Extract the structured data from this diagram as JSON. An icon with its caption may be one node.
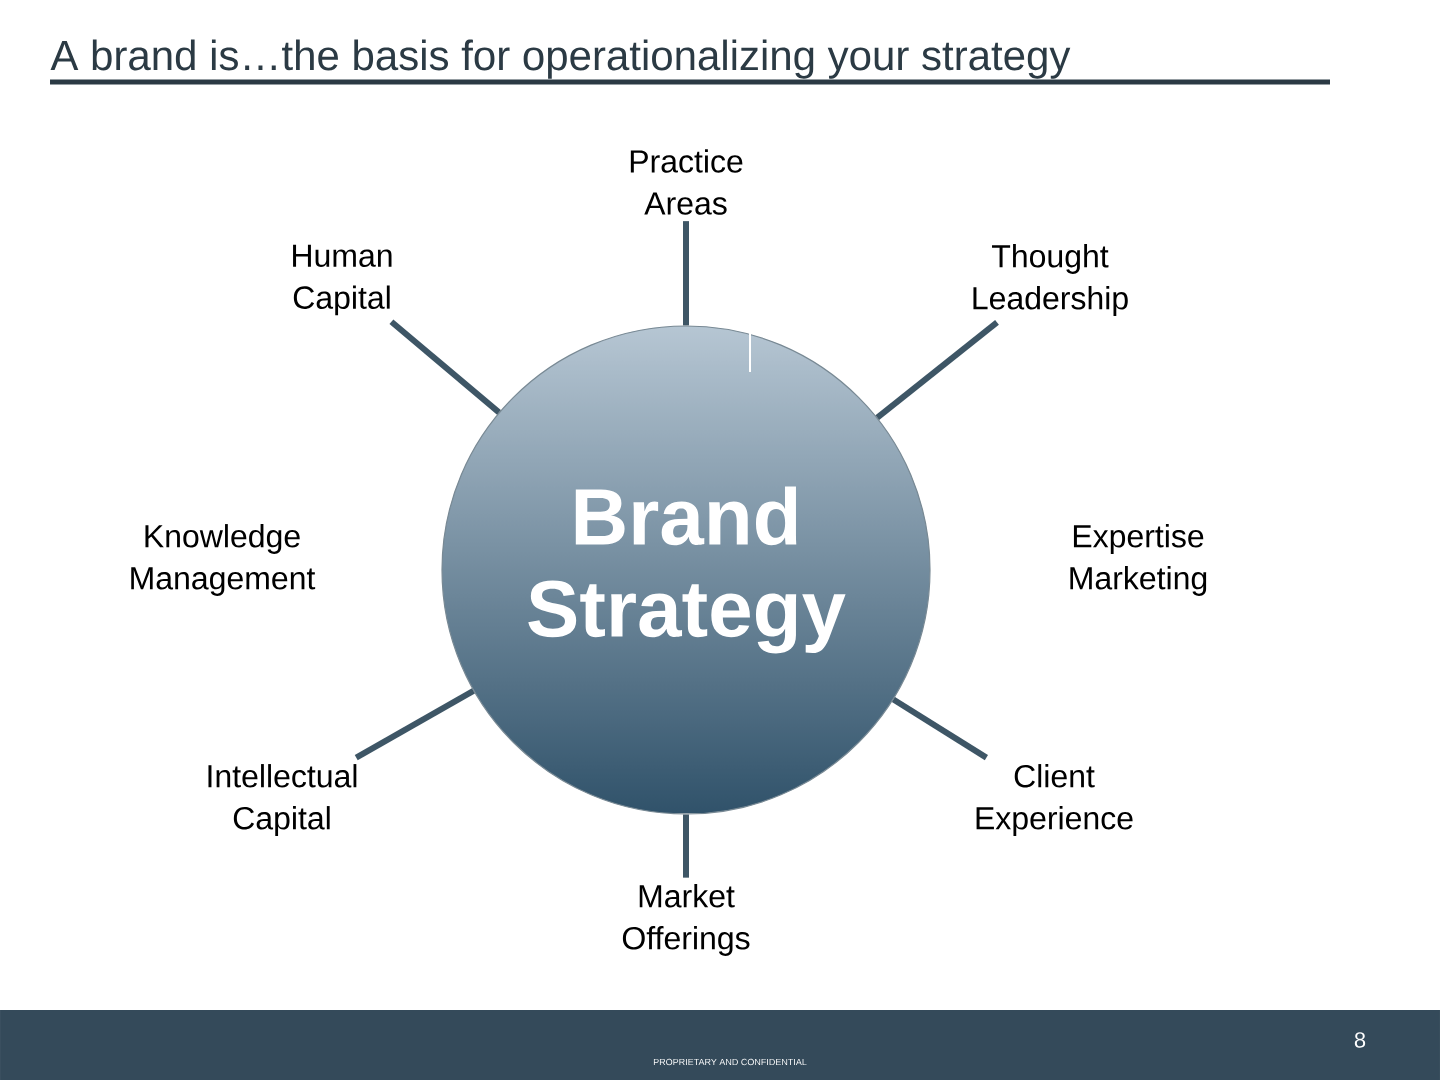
{
  "diagram": {
    "title": "A brand is…the basis for operationalizing your strategy",
    "nodes": [
      {
        "text": [
          "Brand Strategy"
        ]
      },
      {
        "text": [
          "Practice Areas"
        ]
      },
      {
        "text": [
          "Human Capital"
        ]
      },
      {
        "text": [
          "Thought Leadership"
        ]
      },
      {
        "text": [
          "Knowledge Management"
        ]
      },
      {
        "text": [
          "Expertise Marketing"
        ]
      },
      {
        "text": [
          "Intellectual Capital"
        ]
      },
      {
        "text": [
          "Client Experience"
        ]
      },
      {
        "text": [
          "Market Offerings"
        ]
      }
    ],
    "edges": [
      {
        "from": 0,
        "to": 1,
        "arrow": "none"
      },
      {
        "from": 0,
        "to": 2,
        "arrow": "none"
      },
      {
        "from": 0,
        "to": 3,
        "arrow": "none"
      },
      {
        "from": 0,
        "to": 6,
        "arrow": "none"
      },
      {
        "from": 0,
        "to": 7,
        "arrow": "none"
      },
      {
        "from": 0,
        "to": 8,
        "arrow": "none"
      }
    ],
    "labels": [
      "PROPRIETARY AND CONFIDENTIAL",
      "8"
    ]
  }
}
